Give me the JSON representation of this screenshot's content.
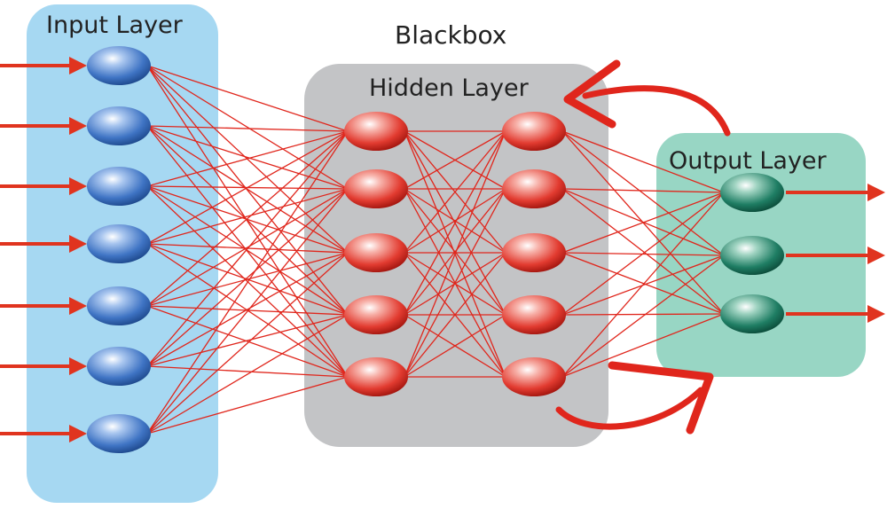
{
  "labels": {
    "input_layer": "Input Layer",
    "blackbox": "Blackbox",
    "hidden_layer": "Hidden Layer",
    "output_layer": "Output Layer"
  },
  "layers": {
    "input": {
      "nodes": 7,
      "color": "#3f74c4"
    },
    "hidden1": {
      "nodes": 5,
      "color": "#e23b30"
    },
    "hidden2": {
      "nodes": 5,
      "color": "#e23b30"
    },
    "output": {
      "nodes": 3,
      "color": "#1f7e64"
    }
  },
  "colors": {
    "input_panel": "#a6d8f2",
    "blackbox_panel": "#c3c4c6",
    "output_panel": "#98d6c4",
    "connection": "#e0261c",
    "arrow": "#e0341f"
  }
}
